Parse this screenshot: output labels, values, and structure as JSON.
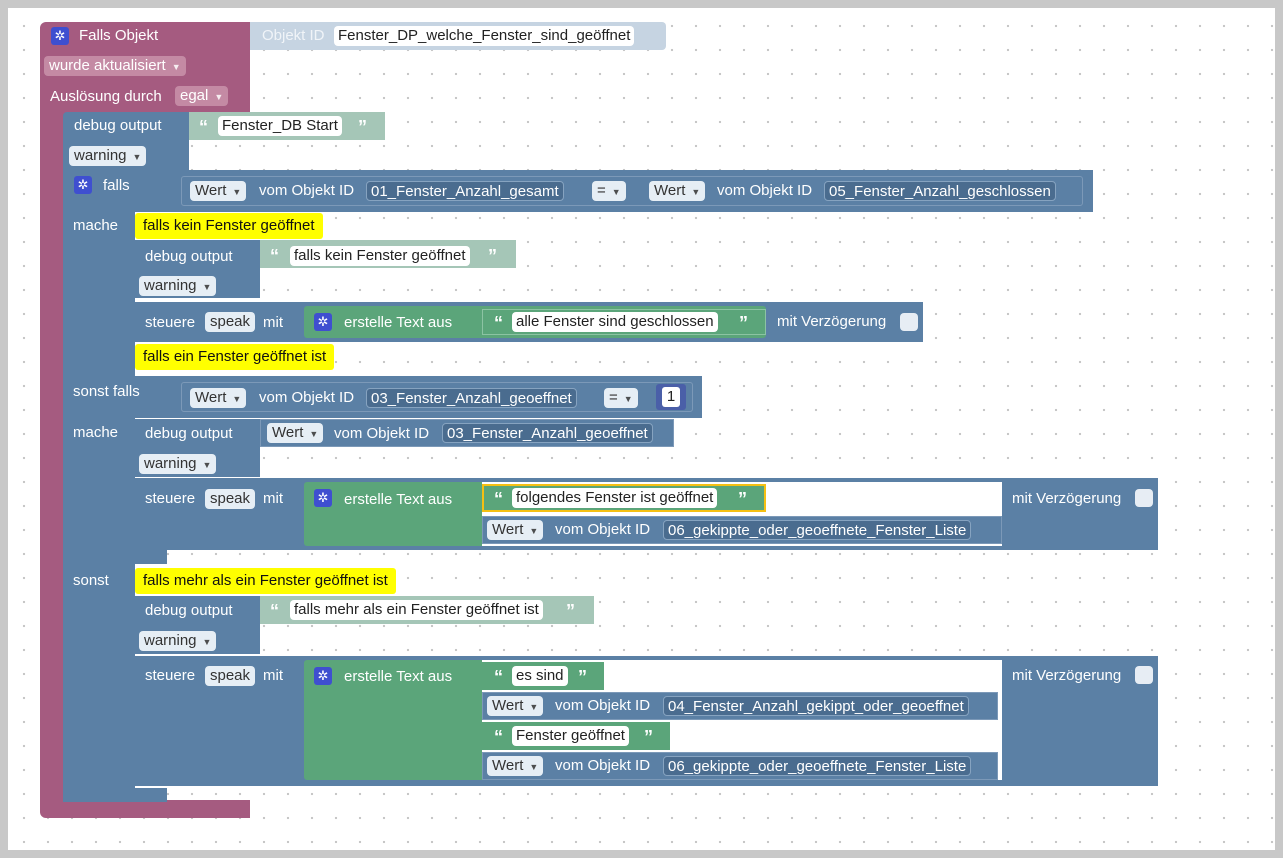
{
  "trigger": {
    "title": "Falls Objekt",
    "object_id_label": "Objekt ID",
    "object_id_value": "Fenster_DP_welche_Fenster_sind_geöffnet",
    "event_value": "wurde aktualisiert",
    "trigger_by_label": "Auslösung durch",
    "trigger_by_value": "egal"
  },
  "debug1": {
    "label": "debug output",
    "text": "Fenster_DB Start",
    "level": "warning"
  },
  "if_block": {
    "falls_label": "falls",
    "cond1": {
      "left_type": "Wert",
      "left_label": "vom Objekt ID",
      "left_id": "01_Fenster_Anzahl_gesamt",
      "op": "=",
      "right_type": "Wert",
      "right_label": "vom Objekt ID",
      "right_id": "05_Fenster_Anzahl_geschlossen"
    },
    "mache_label": "mache",
    "comment1": "falls kein Fenster geöffnet",
    "debug2": {
      "label": "debug output",
      "text": "falls kein Fenster geöffnet",
      "level": "warning"
    },
    "speak1": {
      "steuere": "steuere",
      "speak": "speak",
      "mit": "mit",
      "erstelle": "erstelle Text aus",
      "text": "alle Fenster sind geschlossen",
      "delay": "mit Verzögerung"
    },
    "comment2": "falls ein Fenster geöffnet ist",
    "sonst_falls_label": "sonst falls",
    "cond2": {
      "left_type": "Wert",
      "left_label": "vom Objekt ID",
      "left_id": "03_Fenster_Anzahl_geoeffnet",
      "op": "=",
      "number": "1"
    },
    "mache2_label": "mache",
    "debug3": {
      "label": "debug output",
      "type": "Wert",
      "obj_label": "vom Objekt ID",
      "obj_id": "03_Fenster_Anzahl_geoeffnet",
      "level": "warning"
    },
    "speak2": {
      "steuere": "steuere",
      "speak": "speak",
      "mit": "mit",
      "erstelle": "erstelle Text aus",
      "text": "folgendes Fenster ist geöffnet",
      "type": "Wert",
      "obj_label": "vom Objekt ID",
      "obj_id": "06_gekippte_oder_geoeffnete_Fenster_Liste",
      "delay": "mit Verzögerung"
    },
    "sonst_label": "sonst",
    "comment3": "falls mehr als ein Fenster geöffnet ist",
    "debug4": {
      "label": "debug output",
      "text": "falls mehr als ein Fenster geöffnet ist",
      "level": "warning"
    },
    "speak3": {
      "steuere": "steuere",
      "speak": "speak",
      "mit": "mit",
      "erstelle": "erstelle Text aus",
      "text1": "es sind",
      "type1": "Wert",
      "obj_label1": "vom Objekt ID",
      "obj_id1": "04_Fenster_Anzahl_gekippt_oder_geoeffnet",
      "text2": "Fenster geöffnet",
      "type2": "Wert",
      "obj_label2": "vom Objekt ID",
      "obj_id2": "06_gekippte_oder_geoeffnete_Fenster_Liste",
      "delay": "mit Verzögerung"
    }
  },
  "icons": {
    "settings": "gear-icon",
    "open_quote": "“",
    "close_quote": "”",
    "dropdown": "▼"
  },
  "colors": {
    "trigger": "#a55b80",
    "logic": "#5b80a5",
    "text": "#a5c6b7",
    "green": "#5ba57a",
    "comment": "#ffff00"
  }
}
